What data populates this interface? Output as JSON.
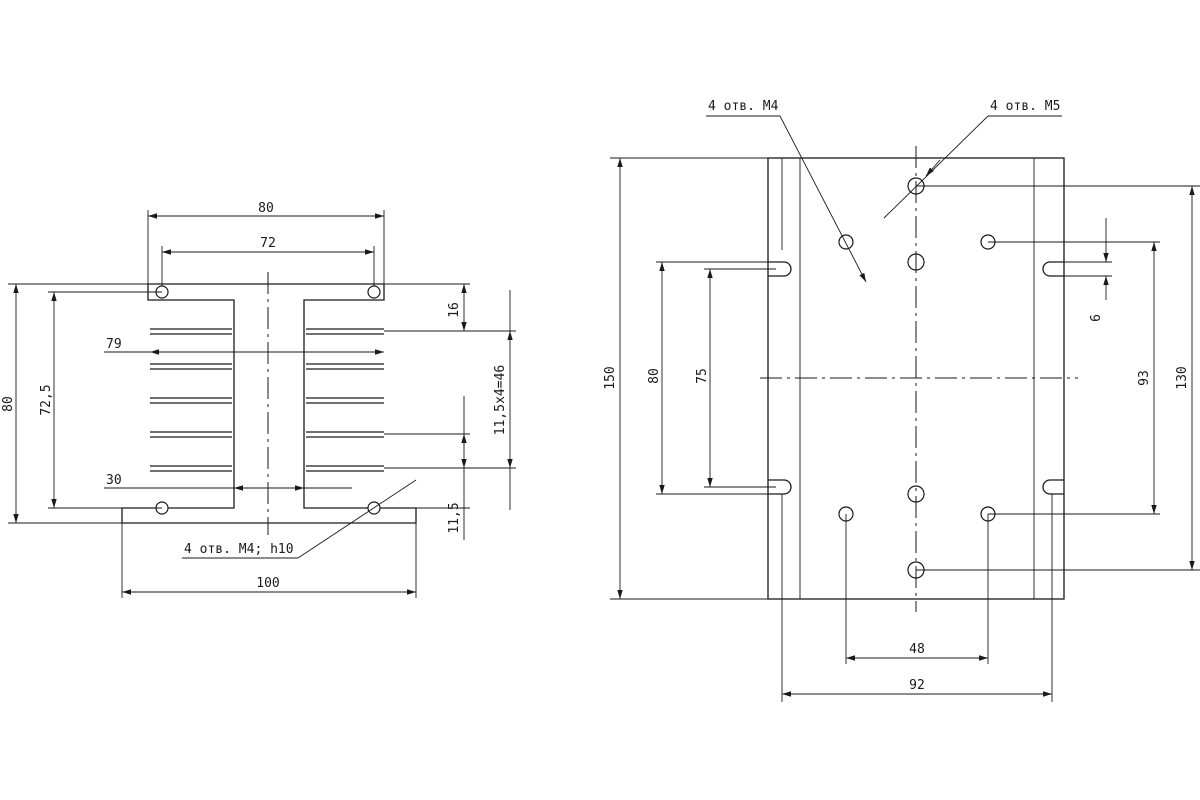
{
  "colors": {
    "line": "#1a1a1a",
    "background": "#ffffff"
  },
  "left_view": {
    "dims": {
      "top_width_outer": "80",
      "top_width_inner": "72",
      "fin_span": "79",
      "core_width": "30",
      "base_width": "100",
      "height_outer": "80",
      "height_inner": "72,5",
      "top_offset": "16",
      "fin_pitch": "11,5x4=46",
      "bottom_offset": "11,5"
    },
    "callout": "4 отв. М4; h10"
  },
  "right_view": {
    "dims": {
      "total_height": "150",
      "slot_spacing_outer": "80",
      "slot_spacing_inner": "75",
      "hole_span_93": "93",
      "hole_span_130": "130",
      "slot_width": "6",
      "hole_spacing_48": "48",
      "slot_center_spacing": "92"
    },
    "callout_m4": "4 отв. М4",
    "callout_m5": "4 отв. М5"
  }
}
